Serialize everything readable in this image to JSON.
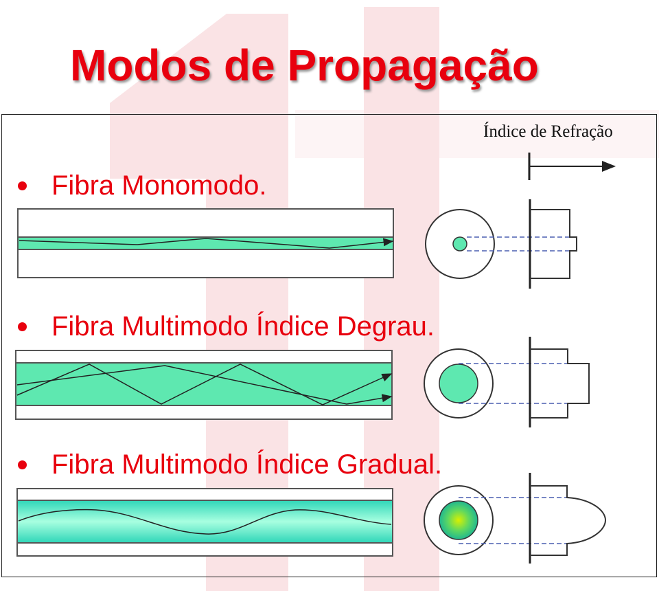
{
  "title": "Modos de Propagação",
  "index_label": "Índice de Refração",
  "sections": [
    {
      "label": "Fibra Monomodo."
    },
    {
      "label": "Fibra Multimodo Índice Degrau."
    },
    {
      "label": "Fibra Multimodo Índice Gradual."
    }
  ],
  "colors": {
    "title": "#e8000e",
    "bullet": "#e8000e",
    "core": "#5ee8b0",
    "core_graded_center": "#c8f000",
    "watermark": "#f6d0d4",
    "profile_dash": "#4a5fb0"
  }
}
